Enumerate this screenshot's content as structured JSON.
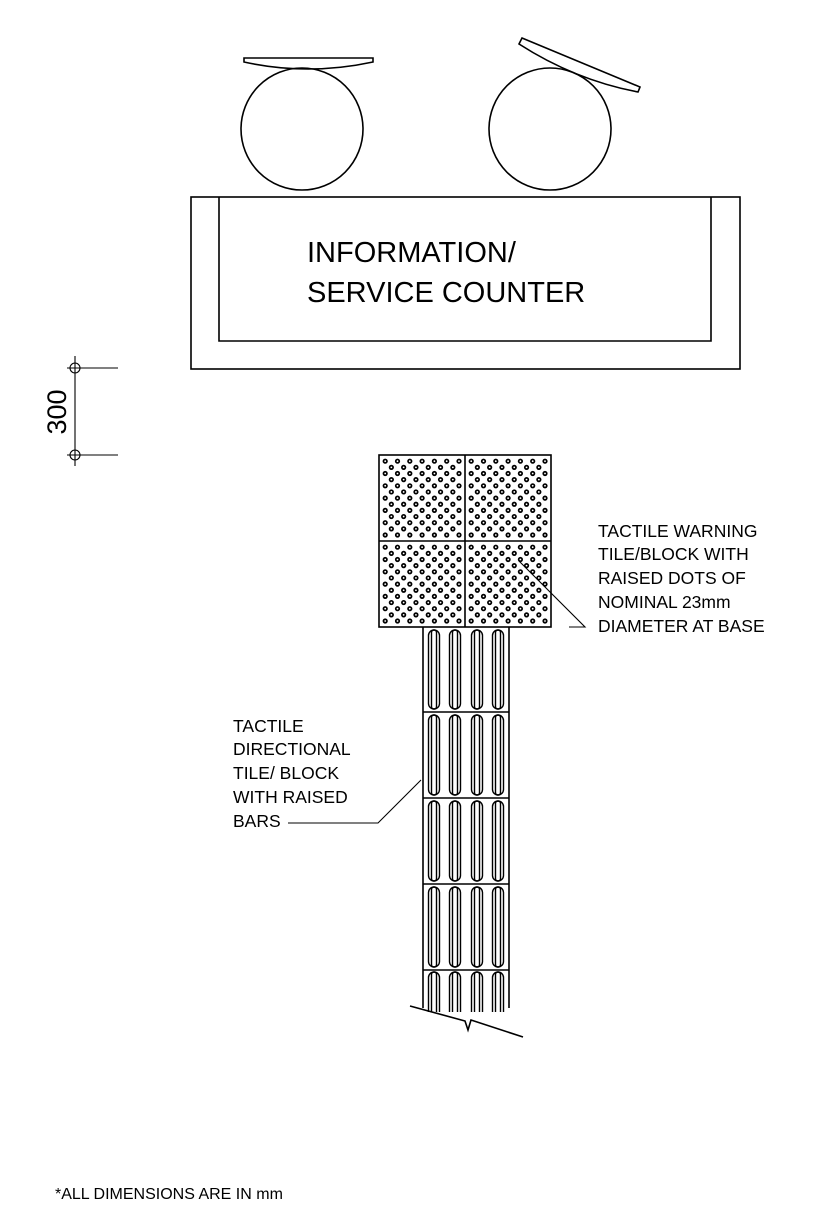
{
  "counter": {
    "line1": "INFORMATION/",
    "line2": "SERVICE COUNTER"
  },
  "dimension": {
    "value": "300"
  },
  "warning_note": {
    "lines": [
      "TACTILE WARNING",
      "TILE/BLOCK WITH",
      "RAISED DOTS OF",
      "NOMINAL 23mm",
      "DIAMETER AT BASE"
    ]
  },
  "directional_note": {
    "lines": [
      "TACTILE",
      "DIRECTIONAL",
      "TILE/ BLOCK",
      "WITH RAISED",
      "BARS"
    ]
  },
  "footnote": "*ALL DIMENSIONS ARE IN mm"
}
